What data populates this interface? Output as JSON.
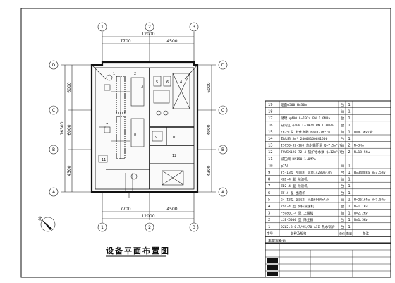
{
  "drawing": {
    "title": "设备平面布置图",
    "dimensions": {
      "top_segments": [
        "7700",
        "4500"
      ],
      "top_total": "12000",
      "bottom_segments": [
        "7700",
        "4500"
      ],
      "bottom_total": "12000",
      "left_segments": [
        "6000",
        "6000",
        "4300"
      ],
      "left_total": "16300",
      "right_segments": [
        "6000",
        "4000",
        "4300"
      ]
    },
    "grid_bubbles_top": [
      "1",
      "2",
      "3"
    ],
    "grid_bubbles_bottom": [
      "1",
      "2",
      "3"
    ],
    "grid_bubbles_left": [
      "D",
      "C",
      "B",
      "A"
    ],
    "grid_bubbles_right": [
      "D",
      "C",
      "B",
      "A"
    ],
    "north_label": "北",
    "room_labels": [
      "1",
      "2",
      "3",
      "4",
      "5",
      "6",
      "7",
      "8",
      "9",
      "10",
      "11",
      "12"
    ]
  },
  "equipment_table": {
    "rows": [
      {
        "no": "19",
        "name": "烟囱φ500  H=30m",
        "unit": "台",
        "qty": "1",
        "note": ""
      },
      {
        "no": "18",
        "name": "",
        "unit": "台",
        "qty": "1",
        "note": ""
      },
      {
        "no": "17",
        "name": "储罐  φ400   L=1924  PN 1.0MPa",
        "unit": "台",
        "qty": "1",
        "note": ""
      },
      {
        "no": "16",
        "name": "分汽缸  φ400   L=1924  PN 1.0MPa",
        "unit": "台",
        "qty": "1",
        "note": ""
      },
      {
        "no": "15",
        "name": "ZR-5L型 软化水器  Na=3-7m³/h",
        "unit": "台",
        "qty": "1",
        "note": "N=0.3Kw/台"
      },
      {
        "no": "14",
        "name": "软水箱  5m³   2400X1600X1500",
        "unit": "台",
        "qty": "1",
        "note": ""
      },
      {
        "no": "13",
        "name": "ISG50-32-160 热水循环泵 Q=7.5m³/h",
        "unit": "台",
        "qty": "2",
        "note": "N=3Kw"
      },
      {
        "no": "12",
        "name": "TSWBX120-72-4 锅炉给水泵 Q=12m³/h",
        "unit": "台",
        "qty": "2",
        "note": "N=18.5Kw"
      },
      {
        "no": "11",
        "name": "减压阀   DN150  1.0MPa",
        "unit": "",
        "qty": "",
        "note": ""
      },
      {
        "no": "10",
        "name": "          φ754",
        "unit": "台",
        "qty": "1",
        "note": ""
      },
      {
        "no": "9",
        "name": "Y5-13型 引风机 风量14280m³/h",
        "unit": "台",
        "qty": "1",
        "note": "H=3488Pa N=7.5Kw"
      },
      {
        "no": "8",
        "name": "XLD-4 型 除渣机",
        "unit": "台",
        "qty": "1",
        "note": ""
      },
      {
        "no": "7",
        "name": "ZD2-4 型 除渣机",
        "unit": "台",
        "qty": "1",
        "note": ""
      },
      {
        "no": "6",
        "name": "ZF-4 型 出渣机",
        "unit": "台",
        "qty": "1",
        "note": ""
      },
      {
        "no": "5",
        "name": "G4-13型 鼓风机 风量6064m³/h",
        "unit": "台",
        "qty": "1",
        "note": "H=2616Pa N=7.5Kw"
      },
      {
        "no": "4",
        "name": "ZSC-4 型 炉排减速机",
        "unit": "台",
        "qty": "1",
        "note": "N=1.1Kw"
      },
      {
        "no": "3",
        "name": "FSC80C-4 型 上煤机",
        "unit": "台",
        "qty": "1",
        "note": "N=2.2Kw"
      },
      {
        "no": "2",
        "name": "LJB-5000 型 除尘器",
        "unit": "台",
        "qty": "1",
        "note": "N=1.5Kw"
      },
      {
        "no": "1",
        "name": "DZL2.8-0.7/95/70-AII 热水锅炉",
        "unit": "台",
        "qty": "1",
        "note": ""
      }
    ],
    "header": {
      "no": "序号",
      "name": "名称及规格",
      "unit": "单位",
      "qty": "数量",
      "note": "备注"
    },
    "table_title": "主要设备表"
  }
}
